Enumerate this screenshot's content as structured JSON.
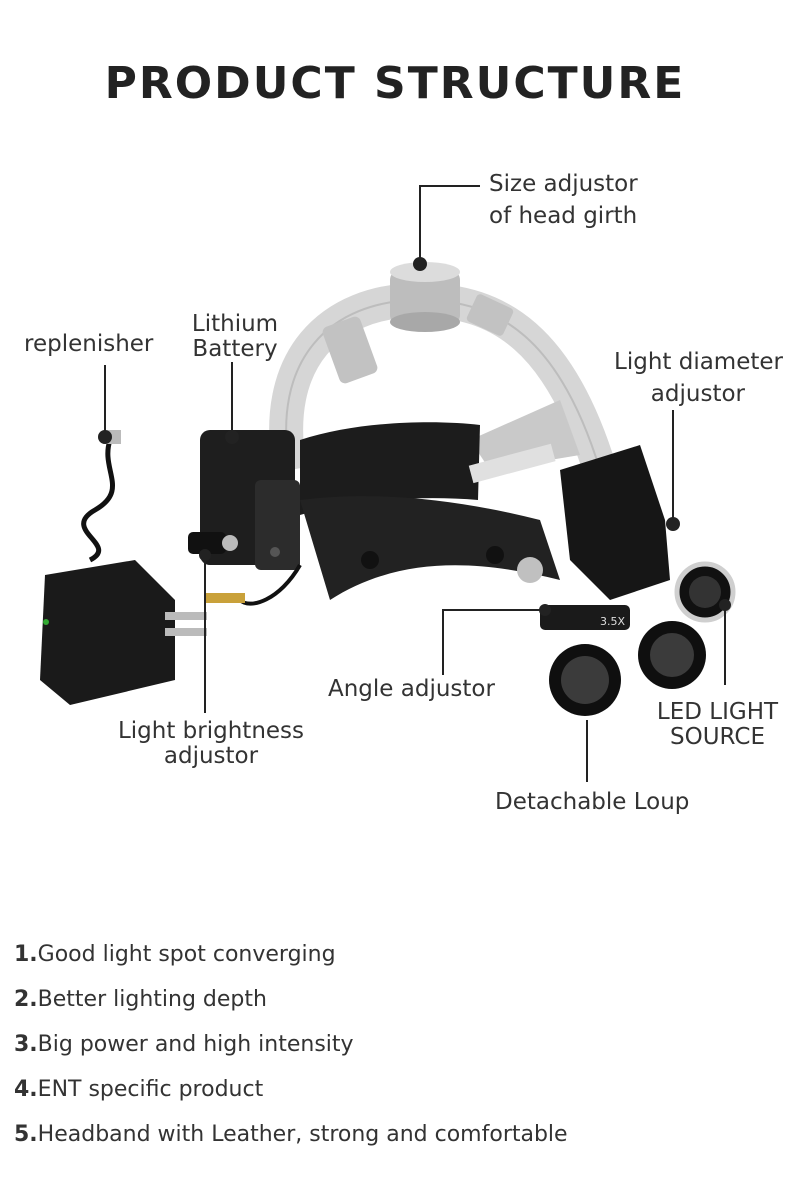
{
  "title": "PRODUCT STRUCTURE",
  "labels": {
    "size_adjustor_1": "Size adjustor",
    "size_adjustor_2": "of head girth",
    "replenisher": "replenisher",
    "battery_1": "Lithium",
    "battery_2": "Battery",
    "light_diameter_1": "Light diameter",
    "light_diameter_2": "adjustor",
    "angle_adjustor": "Angle adjustor",
    "brightness_1": "Light brightness",
    "brightness_2": "adjustor",
    "led_1": "LED LIGHT",
    "led_2": "SOURCE",
    "loupe": "Detachable Loup",
    "magnification_mark": "3.5X"
  },
  "features": [
    {
      "num": "1.",
      "text": "Good light spot converging"
    },
    {
      "num": "2.",
      "text": "Better lighting depth"
    },
    {
      "num": "3.",
      "text": "Big power and high intensity"
    },
    {
      "num": "4.",
      "text": "ENT specific product"
    },
    {
      "num": "5.",
      "text": "Headband with Leather, strong and comfortable"
    }
  ]
}
